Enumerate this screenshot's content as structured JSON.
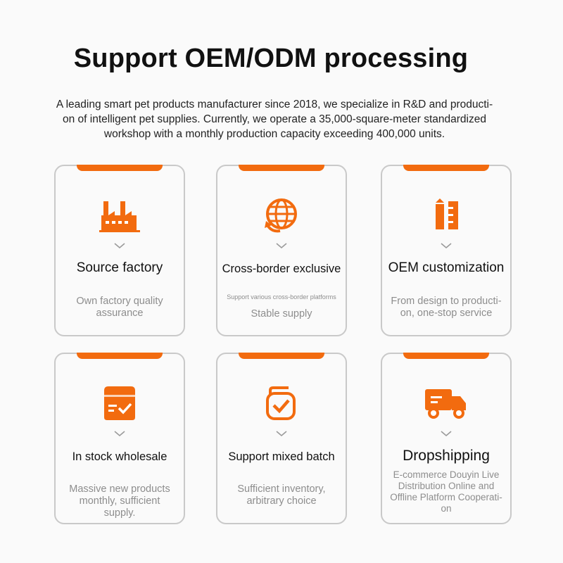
{
  "title": "Support OEM/ODM processing",
  "intro": {
    "line1": "A leading smart pet products manufacturer since 2018, we specialize in R&D and producti-",
    "line2": "on of intelligent pet supplies. Currently, we operate a 35,000-square-meter standardized",
    "line3": "workshop with a monthly production capacity exceeding 400,000 units."
  },
  "colors": {
    "accent": "#f26b0f",
    "border": "#c9c9c9",
    "muted": "#8d8d8d"
  },
  "cards": [
    {
      "icon": "factory-icon",
      "name": "Source factory",
      "desc": [
        "Own factory quality",
        "assurance"
      ]
    },
    {
      "icon": "globe-icon",
      "name": "Cross-border exclusive",
      "note": "Support various cross-border platforms",
      "desc": [
        "Stable supply"
      ]
    },
    {
      "icon": "pencil-ruler-icon",
      "name": "OEM customization",
      "desc": [
        "From design to producti-",
        "on, one-stop service"
      ]
    },
    {
      "icon": "box-check-icon",
      "name": "In stock wholesale",
      "desc": [
        "Massive new products",
        "monthly, sufficient",
        "supply."
      ]
    },
    {
      "icon": "checklist-icon",
      "name": "Support mixed batch",
      "desc": [
        "Sufficient inventory,",
        "arbitrary choice"
      ]
    },
    {
      "icon": "truck-icon",
      "name": "Dropshipping",
      "desc": [
        "E-commerce Douyin Live",
        "Distribution Online and",
        "Offline Platform Cooperati-",
        "on"
      ]
    }
  ]
}
